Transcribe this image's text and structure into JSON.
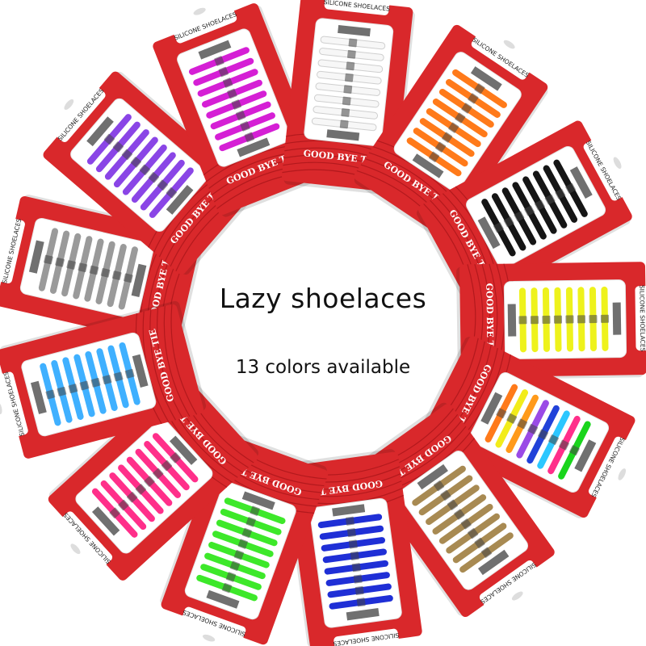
{
  "headline": "Lazy shoelaces",
  "subline": "13 colors available",
  "card_text": {
    "brand": "SILICONE SHOELACES",
    "slogan": "GOOD BYE TIE"
  },
  "theme": {
    "card_red": "#d9282b",
    "card_red_dark": "#b3191d",
    "card_white": "#ffffff",
    "tray": "#f3f3f3"
  },
  "packages": [
    {
      "name": "package-gray",
      "lace_color": "#9a9a9a"
    },
    {
      "name": "package-purple",
      "lace_color": "#8a45e6"
    },
    {
      "name": "package-magenta",
      "lace_color": "#d51fd5"
    },
    {
      "name": "package-white",
      "lace_color": "#f7f7f7"
    },
    {
      "name": "package-orange",
      "lace_color": "#ff7a1a"
    },
    {
      "name": "package-black",
      "lace_color": "#151515"
    },
    {
      "name": "package-yellow",
      "lace_color": "#eef21c"
    },
    {
      "name": "package-multicolor",
      "lace_color": "multi",
      "multi_colors": [
        "#19d51c",
        "#ff2f8a",
        "#2cc7ff",
        "#2142d9",
        "#9a4ae6",
        "#ff9a1a",
        "#f2ec1a",
        "#ff7a1a"
      ]
    },
    {
      "name": "package-gold",
      "lace_color": "#a88a52"
    },
    {
      "name": "package-blue",
      "lace_color": "#1f2fd6"
    },
    {
      "name": "package-green",
      "lace_color": "#3de82a"
    },
    {
      "name": "package-pink",
      "lace_color": "#ff2f8a"
    },
    {
      "name": "package-light-blue",
      "lace_color": "#3fb0ff"
    }
  ]
}
